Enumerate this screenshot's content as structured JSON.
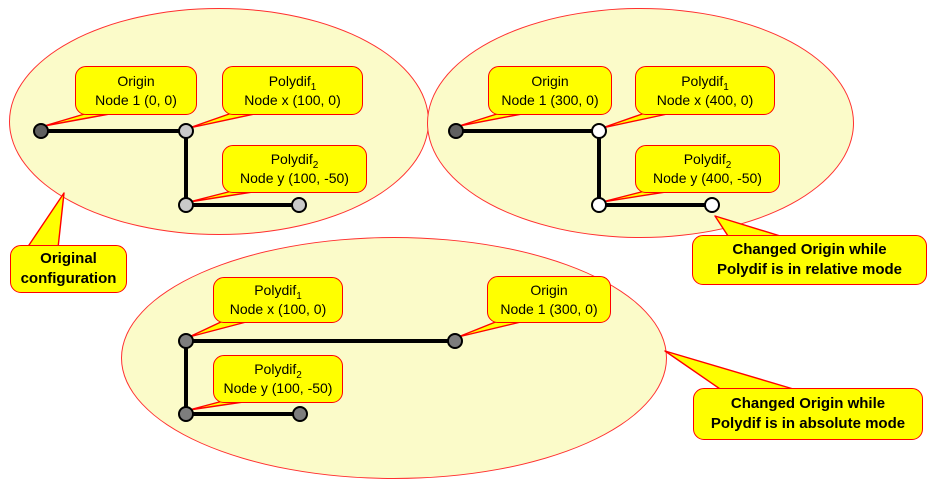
{
  "colors": {
    "background": "#FFFFFF",
    "ellipse_fill": "#FBFBC9",
    "ellipse_border": "#FF3030",
    "callout_fill": "#FFFF00",
    "callout_border": "#FF0000",
    "line": "#000000",
    "node_dark": "#606060",
    "node_medium": "#7D7D7D",
    "node_light": "#C9C9C9",
    "node_white": "#FFFFFF"
  },
  "groups": [
    {
      "id": "original-configuration",
      "callouts": [
        {
          "title": "Origin",
          "title_sub": "",
          "detail": "Node 1 (0, 0)"
        },
        {
          "title": "Polydif",
          "title_sub": "1",
          "detail": "Node x (100, 0)"
        },
        {
          "title": "Polydif",
          "title_sub": "2",
          "detail": "Node y (100, -50)"
        }
      ],
      "nodes": [
        {
          "name": "origin-node",
          "color": "dark"
        },
        {
          "name": "node-x",
          "color": "light"
        },
        {
          "name": "node-y",
          "color": "light"
        },
        {
          "name": "end-node",
          "color": "light"
        }
      ]
    },
    {
      "id": "relative-mode",
      "callouts": [
        {
          "title": "Origin",
          "title_sub": "",
          "detail": "Node 1 (300, 0)"
        },
        {
          "title": "Polydif",
          "title_sub": "1",
          "detail": "Node x (400, 0)"
        },
        {
          "title": "Polydif",
          "title_sub": "2",
          "detail": "Node y (400, -50)"
        }
      ],
      "nodes": [
        {
          "name": "origin-node",
          "color": "dark"
        },
        {
          "name": "node-x",
          "color": "white"
        },
        {
          "name": "node-y",
          "color": "white"
        },
        {
          "name": "end-node",
          "color": "white"
        }
      ]
    },
    {
      "id": "absolute-mode",
      "callouts": [
        {
          "title": "Polydif",
          "title_sub": "1",
          "detail": "Node x (100, 0)"
        },
        {
          "title": "Origin",
          "title_sub": "",
          "detail": "Node 1 (300, 0)"
        },
        {
          "title": "Polydif",
          "title_sub": "2",
          "detail": "Node y (100, -50)"
        }
      ],
      "nodes": [
        {
          "name": "node-x",
          "color": "medium"
        },
        {
          "name": "origin-node",
          "color": "medium"
        },
        {
          "name": "node-y",
          "color": "medium"
        },
        {
          "name": "end-node",
          "color": "medium"
        }
      ]
    }
  ],
  "annotations": [
    {
      "line1": "Original",
      "line2": "configuration"
    },
    {
      "line1": "Changed Origin while",
      "line2": "Polydif is in relative mode"
    },
    {
      "line1": "Changed Origin while",
      "line2": "Polydif is in absolute mode"
    }
  ]
}
